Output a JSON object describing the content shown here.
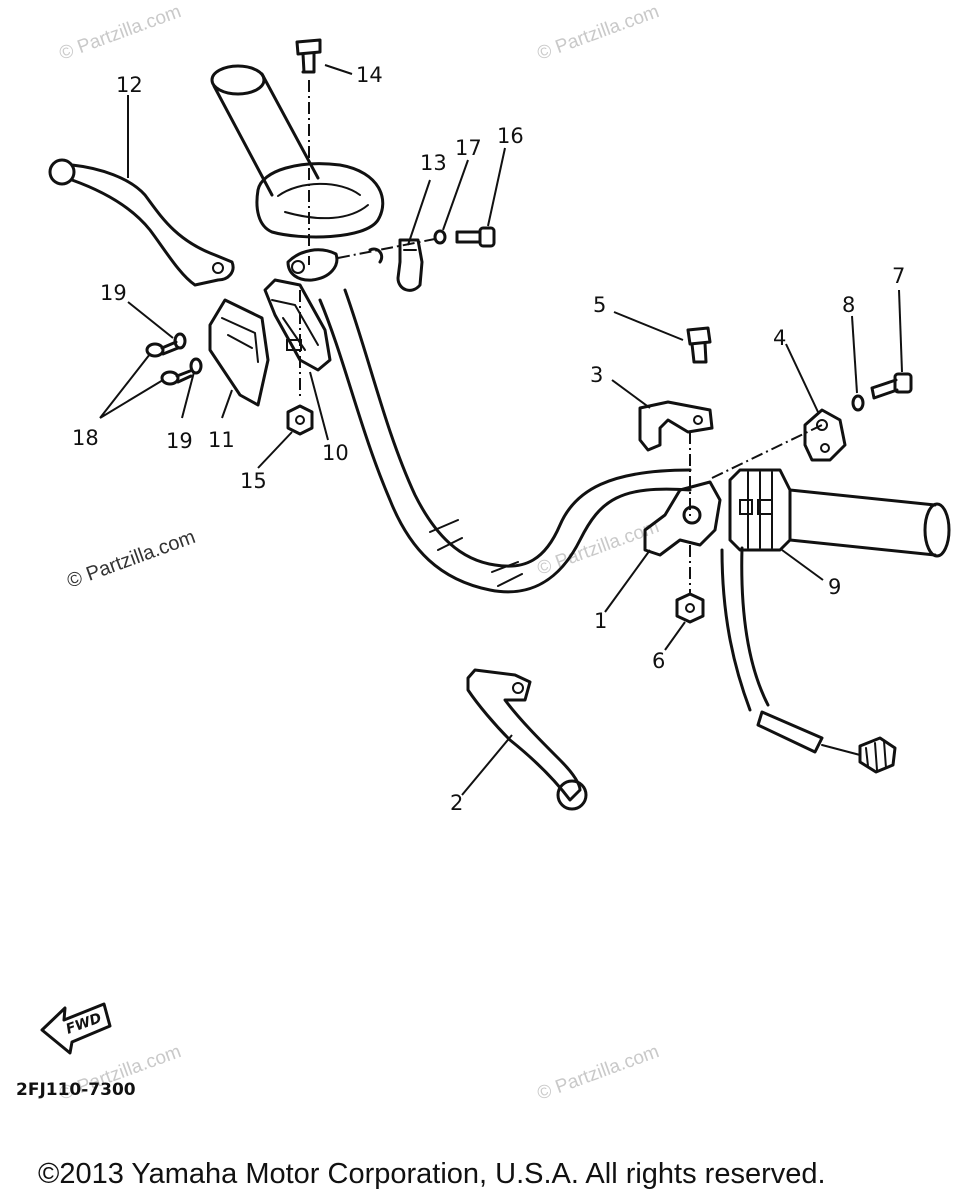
{
  "watermarks": [
    "© Partzilla.com",
    "© Partzilla.com",
    "© Partzilla.com",
    "© Partzilla.com",
    "© Partzilla.com",
    "© Partzilla.com"
  ],
  "callouts": {
    "p1": "1",
    "p2": "2",
    "p3": "3",
    "p4": "4",
    "p5": "5",
    "p6": "6",
    "p7": "7",
    "p8": "8",
    "p9": "9",
    "p10": "10",
    "p11": "11",
    "p12": "12",
    "p13": "13",
    "p14": "14",
    "p15": "15",
    "p16": "16",
    "p17": "17",
    "p18": "18",
    "p19a": "19",
    "p19b": "19"
  },
  "fwd_label": "FWD",
  "diagram_code": "2FJ110-7300",
  "copyright": "©2013 Yamaha Motor Corporation, U.S.A. All rights reserved."
}
